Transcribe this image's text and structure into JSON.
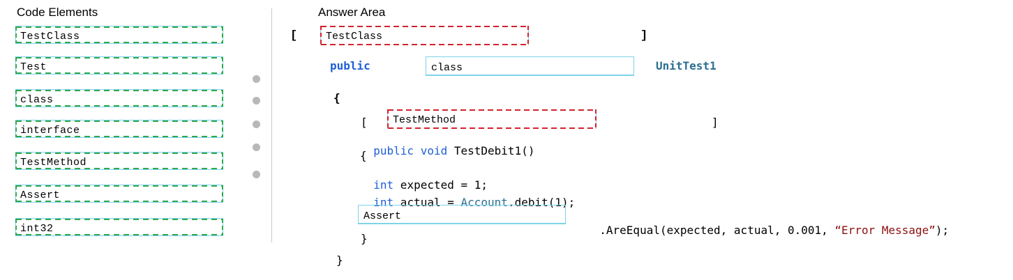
{
  "code_elements": {
    "heading": "Code Elements",
    "items": [
      "TestClass",
      "Test",
      "class",
      "interface",
      "TestMethod",
      "Assert",
      "int32"
    ]
  },
  "answer_area": {
    "heading": "Answer Area",
    "open_bracket": "[",
    "close_bracket": "]",
    "slot1": "TestClass",
    "public_kw": "public",
    "slot2": "class",
    "class_name": "UnitTest1",
    "open_brace_outer": "{",
    "inner_open_bracket": "[",
    "slot3": "TestMethod",
    "inner_close_bracket": "]",
    "method_public": "public",
    "method_void": "void",
    "method_name": " TestDebit1()",
    "open_brace_inner": "{",
    "line_expected_kw": "int",
    "line_expected_rest": " expected = 1;",
    "line_actual_kw": "int",
    "line_actual_mid": " actual = ",
    "line_actual_type": "Account",
    "line_actual_rest": ".debit(1);",
    "slot4": "Assert",
    "assert_call_pre": ".AreEqual(expected, actual, 0.001, ",
    "assert_call_str": "“Error Message”",
    "assert_call_post": ");",
    "close_brace_inner": "}",
    "close_brace_outer": "}"
  }
}
